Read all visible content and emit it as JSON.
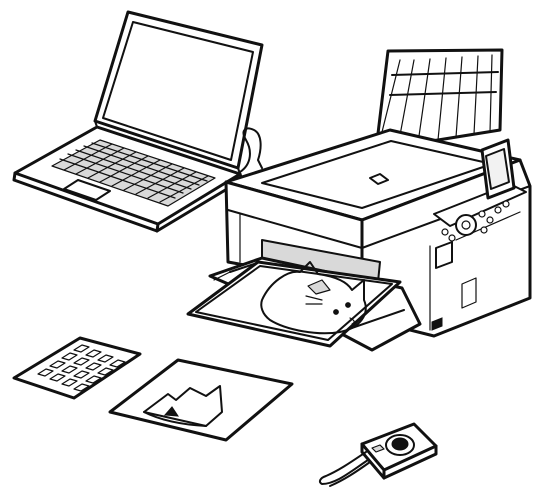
{
  "scene": {
    "items": [
      {
        "key": "laptop",
        "icon": "laptop-icon"
      },
      {
        "key": "printer",
        "icon": "printer-icon"
      },
      {
        "key": "printed_photo",
        "icon": "photo-print-icon"
      },
      {
        "key": "sticker_sheet",
        "icon": "sticker-sheet-icon"
      },
      {
        "key": "photo_paper",
        "icon": "photo-paper-icon"
      },
      {
        "key": "digital_camera",
        "icon": "digital-camera-icon"
      }
    ],
    "colors": {
      "line": "#111111",
      "paper": "#ffffff",
      "shade": "#d9d9d9"
    }
  }
}
